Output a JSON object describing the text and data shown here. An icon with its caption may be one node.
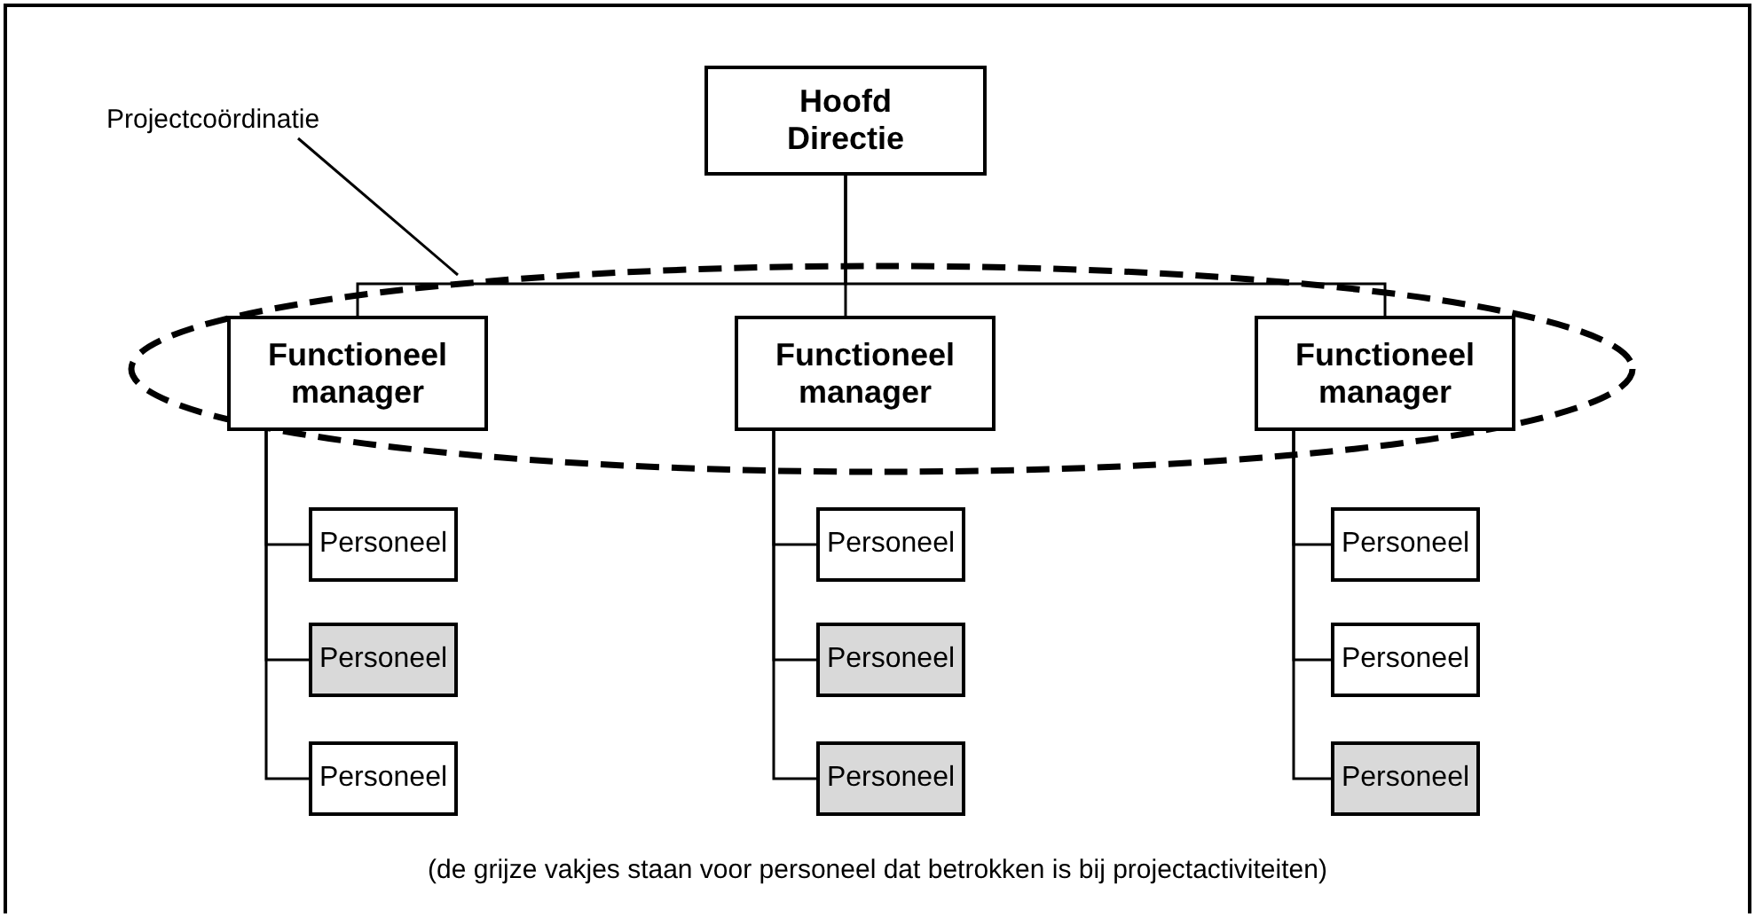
{
  "diagram": {
    "caption": "(de grijze vakjes staan voor personeel dat betrokken is bij projectactiviteiten)",
    "nodes": [
      {
        "text": [
          "Hoofd Directie"
        ]
      },
      {
        "text": [
          "Projectcoördinatie"
        ]
      },
      {
        "text": [],
        "shape": "ellipse"
      },
      {
        "text": [
          "Functioneel manager"
        ],
        "in": 2
      },
      {
        "text": [
          "Functioneel manager"
        ],
        "in": 2
      },
      {
        "text": [
          "Functioneel manager"
        ],
        "in": 2
      },
      {
        "text": [
          "Personeel"
        ]
      },
      {
        "text": [
          "Personeel"
        ]
      },
      {
        "text": [
          "Personeel"
        ]
      },
      {
        "text": [
          "Personeel"
        ]
      },
      {
        "text": [
          "Personeel"
        ]
      },
      {
        "text": [
          "Personeel"
        ]
      },
      {
        "text": [
          "Personeel"
        ]
      },
      {
        "text": [
          "Personeel"
        ]
      },
      {
        "text": [
          "Personeel"
        ]
      }
    ],
    "edges": [
      {
        "from": 1,
        "to": 2,
        "arrow": "none"
      },
      {
        "from": 0,
        "to": 3,
        "arrow": "none"
      },
      {
        "from": 0,
        "to": 4,
        "arrow": "none"
      },
      {
        "from": 0,
        "to": 5,
        "arrow": "none"
      },
      {
        "from": 3,
        "to": 6,
        "arrow": "none"
      },
      {
        "from": 3,
        "to": 7,
        "arrow": "none"
      },
      {
        "from": 3,
        "to": 8,
        "arrow": "none"
      },
      {
        "from": 4,
        "to": 9,
        "arrow": "none"
      },
      {
        "from": 4,
        "to": 10,
        "arrow": "none"
      },
      {
        "from": 4,
        "to": 11,
        "arrow": "none"
      },
      {
        "from": 5,
        "to": 12,
        "arrow": "none"
      },
      {
        "from": 5,
        "to": 13,
        "arrow": "none"
      },
      {
        "from": 5,
        "to": 14,
        "arrow": "none"
      }
    ]
  }
}
